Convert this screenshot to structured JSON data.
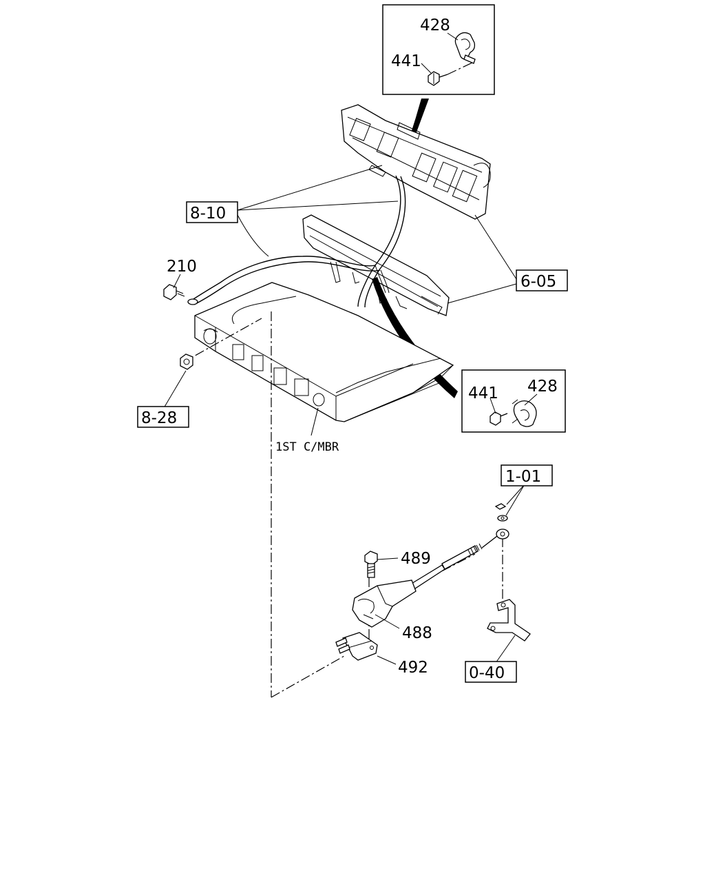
{
  "callouts": {
    "ref_8_10": "8-10",
    "ref_6_05": "6-05",
    "ref_8_28": "8-28",
    "ref_1_01": "1-01",
    "ref_0_40": "0-40",
    "p210": "210",
    "p489": "489",
    "p488": "488",
    "p492": "492",
    "label_member": "1ST C/MBR"
  },
  "detail_top": {
    "p428": "428",
    "p441": "441"
  },
  "detail_bottom": {
    "p441": "441",
    "p428": "428"
  }
}
